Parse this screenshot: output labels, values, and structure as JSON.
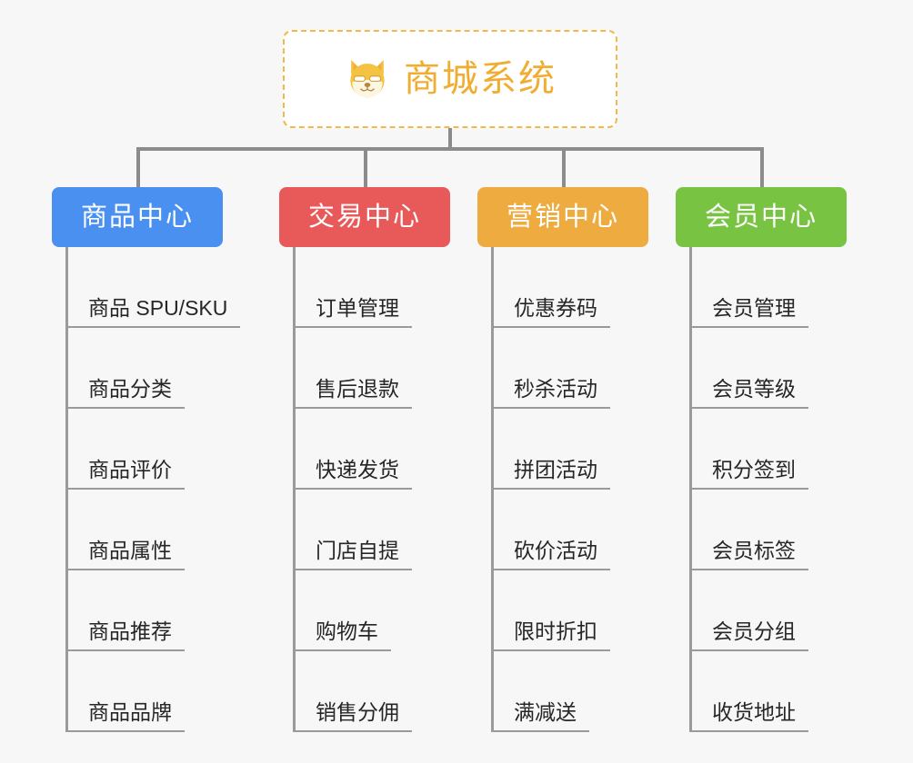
{
  "canvas": {
    "background": "#f7f7f7",
    "connector_color": "#8c8c8c",
    "leaf_line_color": "#9a9a9a",
    "leaf_text_color": "#262626"
  },
  "root": {
    "title": "商城系统",
    "icon": "shiba-dog-icon",
    "title_color": "#f0ad32",
    "border_color": "#f0b949",
    "fill_color": "#ffffff"
  },
  "columns": [
    {
      "id": "product-center",
      "label": "商品中心",
      "color": "#4a90f0",
      "items": [
        {
          "label": "商品 SPU/SKU"
        },
        {
          "label": "商品分类"
        },
        {
          "label": "商品评价"
        },
        {
          "label": "商品属性"
        },
        {
          "label": "商品推荐"
        },
        {
          "label": "商品品牌"
        }
      ]
    },
    {
      "id": "trade-center",
      "label": "交易中心",
      "color": "#e8595a",
      "items": [
        {
          "label": "订单管理"
        },
        {
          "label": "售后退款"
        },
        {
          "label": "快递发货"
        },
        {
          "label": "门店自提"
        },
        {
          "label": "购物车"
        },
        {
          "label": "销售分佣"
        }
      ]
    },
    {
      "id": "marketing-center",
      "label": "营销中心",
      "color": "#eeab40",
      "items": [
        {
          "label": "优惠券码"
        },
        {
          "label": "秒杀活动"
        },
        {
          "label": "拼团活动"
        },
        {
          "label": "砍价活动"
        },
        {
          "label": "限时折扣"
        },
        {
          "label": "满减送"
        }
      ]
    },
    {
      "id": "member-center",
      "label": "会员中心",
      "color": "#79c342",
      "items": [
        {
          "label": "会员管理"
        },
        {
          "label": "会员等级"
        },
        {
          "label": "积分签到"
        },
        {
          "label": "会员标签"
        },
        {
          "label": "会员分组"
        },
        {
          "label": "收货地址"
        }
      ]
    }
  ]
}
